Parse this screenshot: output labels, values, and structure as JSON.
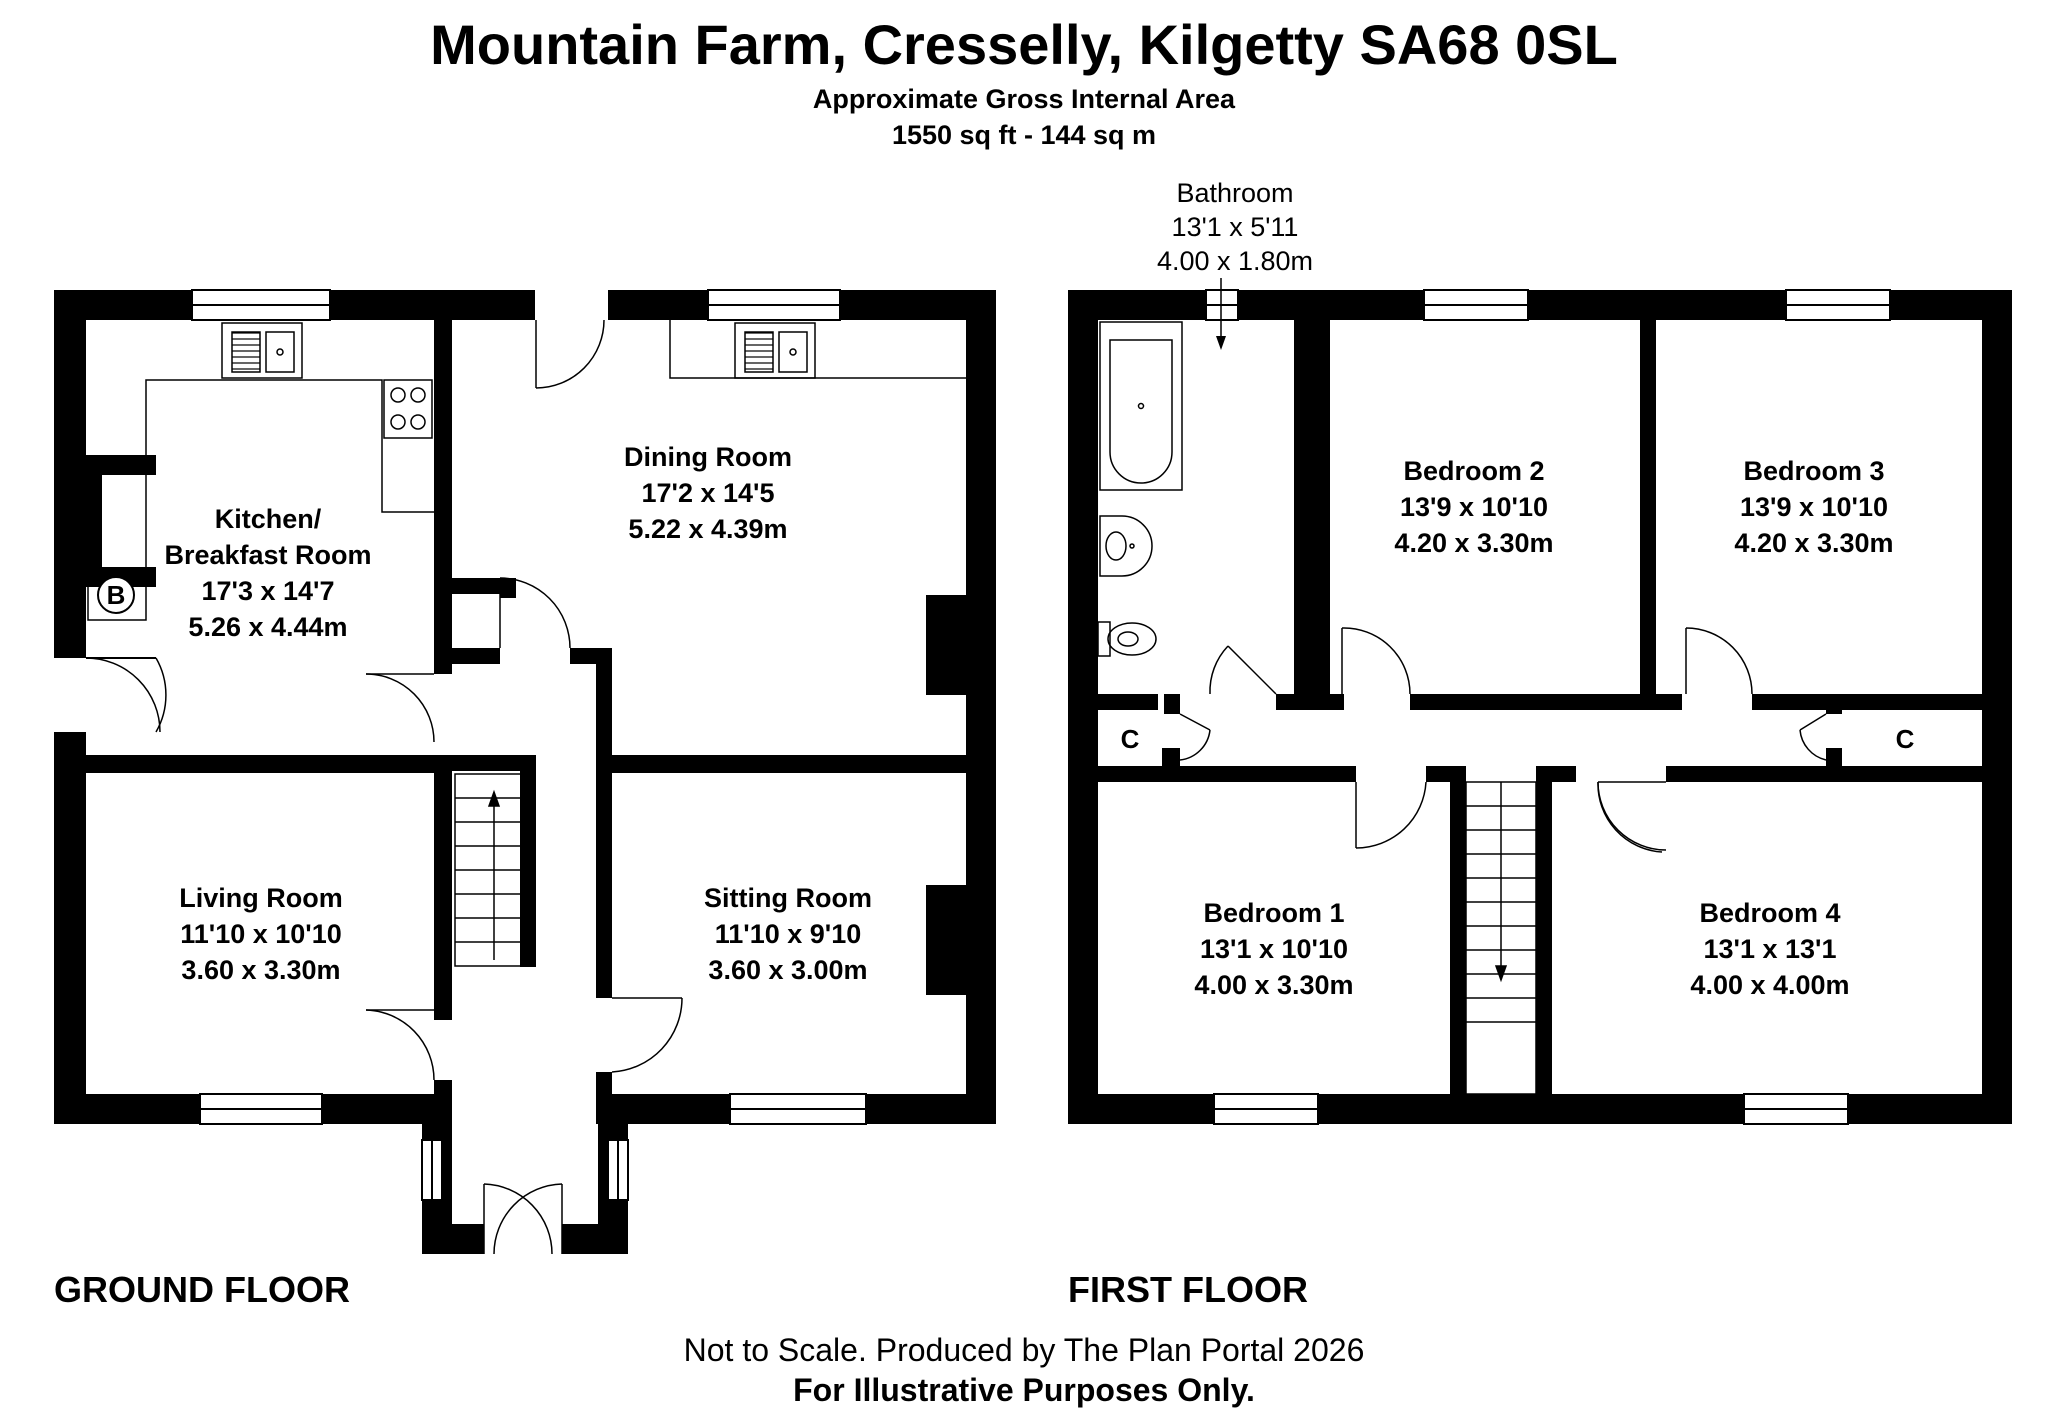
{
  "header": {
    "title": "Mountain Farm, Cresselly, Kilgetty SA68 0SL",
    "area_label": "Approximate Gross Internal Area",
    "area_value": "1550 sq ft - 144 sq m"
  },
  "ground_floor": {
    "label": "GROUND FLOOR",
    "rooms": {
      "kitchen": {
        "name1": "Kitchen/",
        "name2": "Breakfast Room",
        "imperial": "17'3 x 14'7",
        "metric": "5.26 x 4.44m"
      },
      "dining": {
        "name": "Dining Room",
        "imperial": "17'2 x 14'5",
        "metric": "5.22 x 4.39m"
      },
      "living": {
        "name": "Living Room",
        "imperial": "11'10 x 10'10",
        "metric": "3.60 x 3.30m"
      },
      "sitting": {
        "name": "Sitting Room",
        "imperial": "11'10 x 9'10",
        "metric": "3.60 x 3.00m"
      }
    },
    "boiler": "B"
  },
  "first_floor": {
    "label": "FIRST FLOOR",
    "rooms": {
      "bathroom": {
        "name": "Bathroom",
        "imperial": "13'1 x 5'11",
        "metric": "4.00 x 1.80m"
      },
      "bedroom2": {
        "name": "Bedroom 2",
        "imperial": "13'9 x 10'10",
        "metric": "4.20 x 3.30m"
      },
      "bedroom3": {
        "name": "Bedroom 3",
        "imperial": "13'9 x 10'10",
        "metric": "4.20 x 3.30m"
      },
      "bedroom1": {
        "name": "Bedroom 1",
        "imperial": "13'1 x 10'10",
        "metric": "4.00 x 3.30m"
      },
      "bedroom4": {
        "name": "Bedroom 4",
        "imperial": "13'1 x 13'1",
        "metric": "4.00 x 4.00m"
      }
    },
    "cupboard": "C"
  },
  "footer": {
    "note1": "Not to Scale. Produced by The Plan Portal 2026",
    "note2": "For Illustrative Purposes Only."
  }
}
